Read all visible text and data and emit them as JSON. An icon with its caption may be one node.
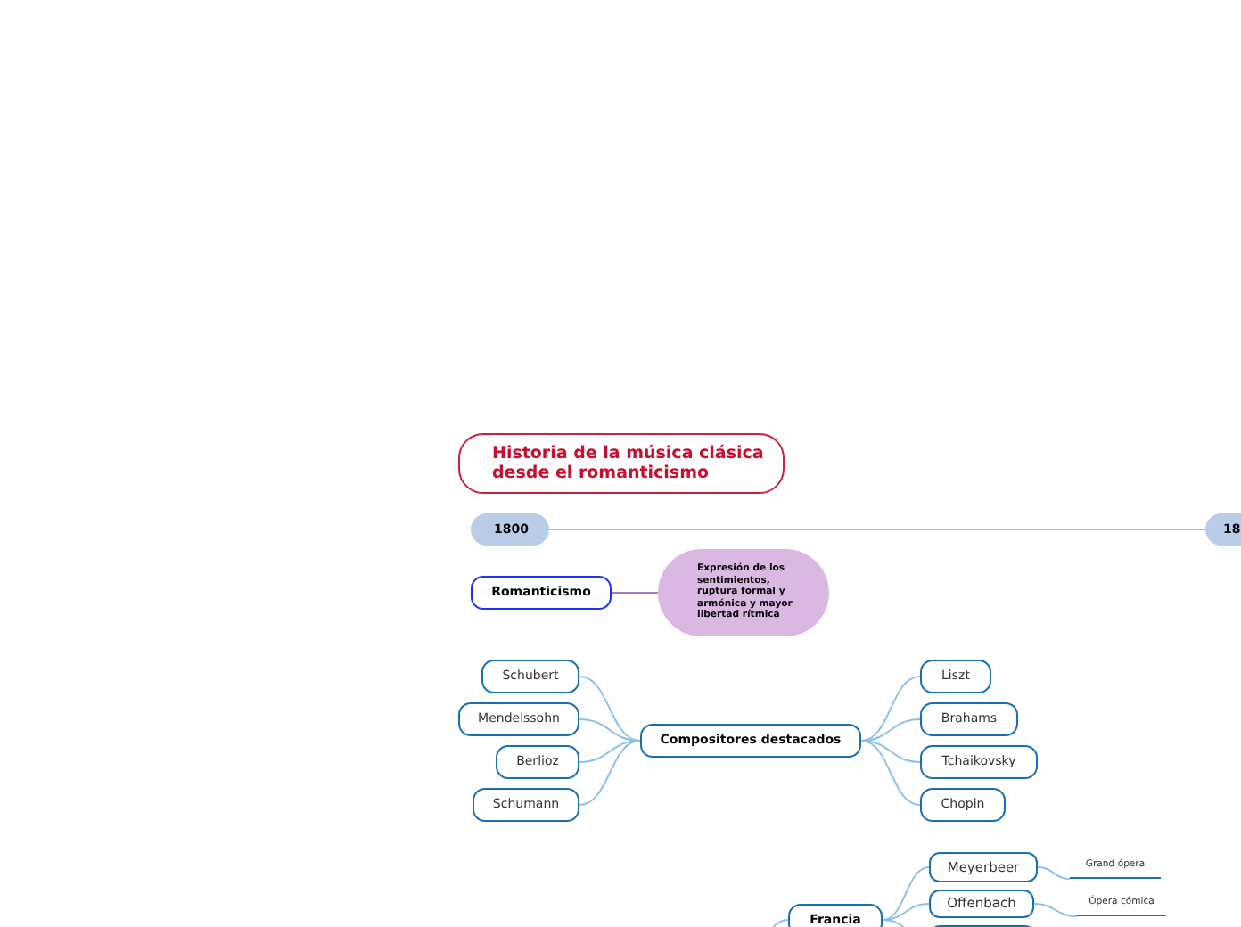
{
  "diagram": {
    "nodes": [
      {
        "text": [
          "Historia de la música clásica desde el romanticismo"
        ]
      },
      {
        "text": [
          "1800"
        ]
      },
      {
        "text": [
          "18"
        ]
      },
      {
        "text": [
          "Romanticismo"
        ]
      },
      {
        "text": [
          "Expresión de los sentimientos, ruptura formal y armónica y mayor libertad rítmica"
        ]
      },
      {
        "text": [
          "Compositores destacados"
        ]
      },
      {
        "text": [
          "Schubert"
        ]
      },
      {
        "text": [
          "Mendelssohn"
        ]
      },
      {
        "text": [
          "Berlioz"
        ]
      },
      {
        "text": [
          "Schumann"
        ]
      },
      {
        "text": [
          "Liszt"
        ]
      },
      {
        "text": [
          "Brahams"
        ]
      },
      {
        "text": [
          "Tchaikovsky"
        ]
      },
      {
        "text": [
          "Chopin"
        ]
      },
      {
        "text": [
          "Francia"
        ]
      },
      {
        "text": [
          "Meyerbeer"
        ]
      },
      {
        "text": [
          "Offenbach"
        ]
      },
      {
        "text": [],
        "shape": "box"
      },
      {
        "text": [
          "Grand ópera"
        ]
      },
      {
        "text": [
          "Ópera cómica"
        ]
      }
    ],
    "edges": [
      {
        "from": 1,
        "to": 2,
        "arrow": "none"
      },
      {
        "from": 3,
        "to": 4,
        "arrow": "none",
        "color": "#a57cc0"
      },
      {
        "from": 5,
        "to": 6,
        "arrow": "none"
      },
      {
        "from": 5,
        "to": 7,
        "arrow": "none"
      },
      {
        "from": 5,
        "to": 8,
        "arrow": "none"
      },
      {
        "from": 5,
        "to": 9,
        "arrow": "none"
      },
      {
        "from": 5,
        "to": 10,
        "arrow": "none"
      },
      {
        "from": 5,
        "to": 11,
        "arrow": "none"
      },
      {
        "from": 5,
        "to": 12,
        "arrow": "none"
      },
      {
        "from": 5,
        "to": 13,
        "arrow": "none"
      },
      {
        "from": null,
        "to": 14,
        "arrow": "none"
      },
      {
        "from": 14,
        "to": 15,
        "arrow": "none"
      },
      {
        "from": 14,
        "to": 16,
        "arrow": "none"
      },
      {
        "from": 14,
        "to": 17,
        "arrow": "none"
      },
      {
        "from": 15,
        "to": 18,
        "arrow": "none"
      },
      {
        "from": 16,
        "to": 19,
        "arrow": "none"
      }
    ]
  }
}
